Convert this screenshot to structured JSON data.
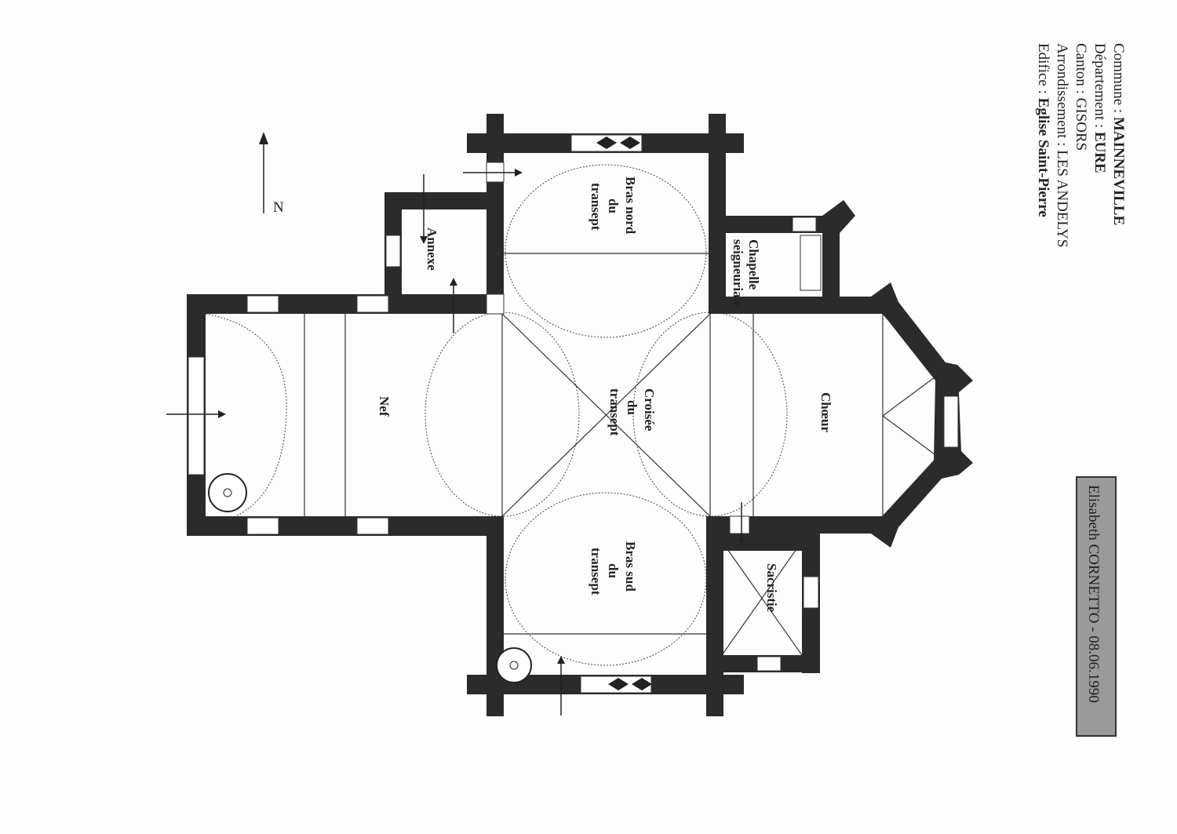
{
  "header": {
    "commune_label": "Commune",
    "commune_value": "MAINNEVILLE",
    "departement_label": "Département",
    "departement_value": "EURE",
    "canton_label": "Canton",
    "canton_value": "GISORS",
    "arrondissement_label": "Arrondissement",
    "arrondissement_value": "LES ANDELYS",
    "edifice_label": "Edifice",
    "edifice_value": "Eglise Saint-Pierre",
    "separator": ":"
  },
  "author_stamp": "Elisabeth CORNETTO - 08.06.1990",
  "north_label": "N",
  "rooms": {
    "nef": "Nef",
    "croisee": [
      "Croisée",
      "du",
      "transept"
    ],
    "bras_nord": [
      "Bras nord",
      "du",
      "transept"
    ],
    "bras_sud": [
      "Bras sud",
      "du",
      "transept"
    ],
    "choeur": "Chœur",
    "annexe": "Annexe",
    "chapelle": [
      "Chapelle",
      "seigneuriale"
    ],
    "sacristie": "Sacristie"
  }
}
